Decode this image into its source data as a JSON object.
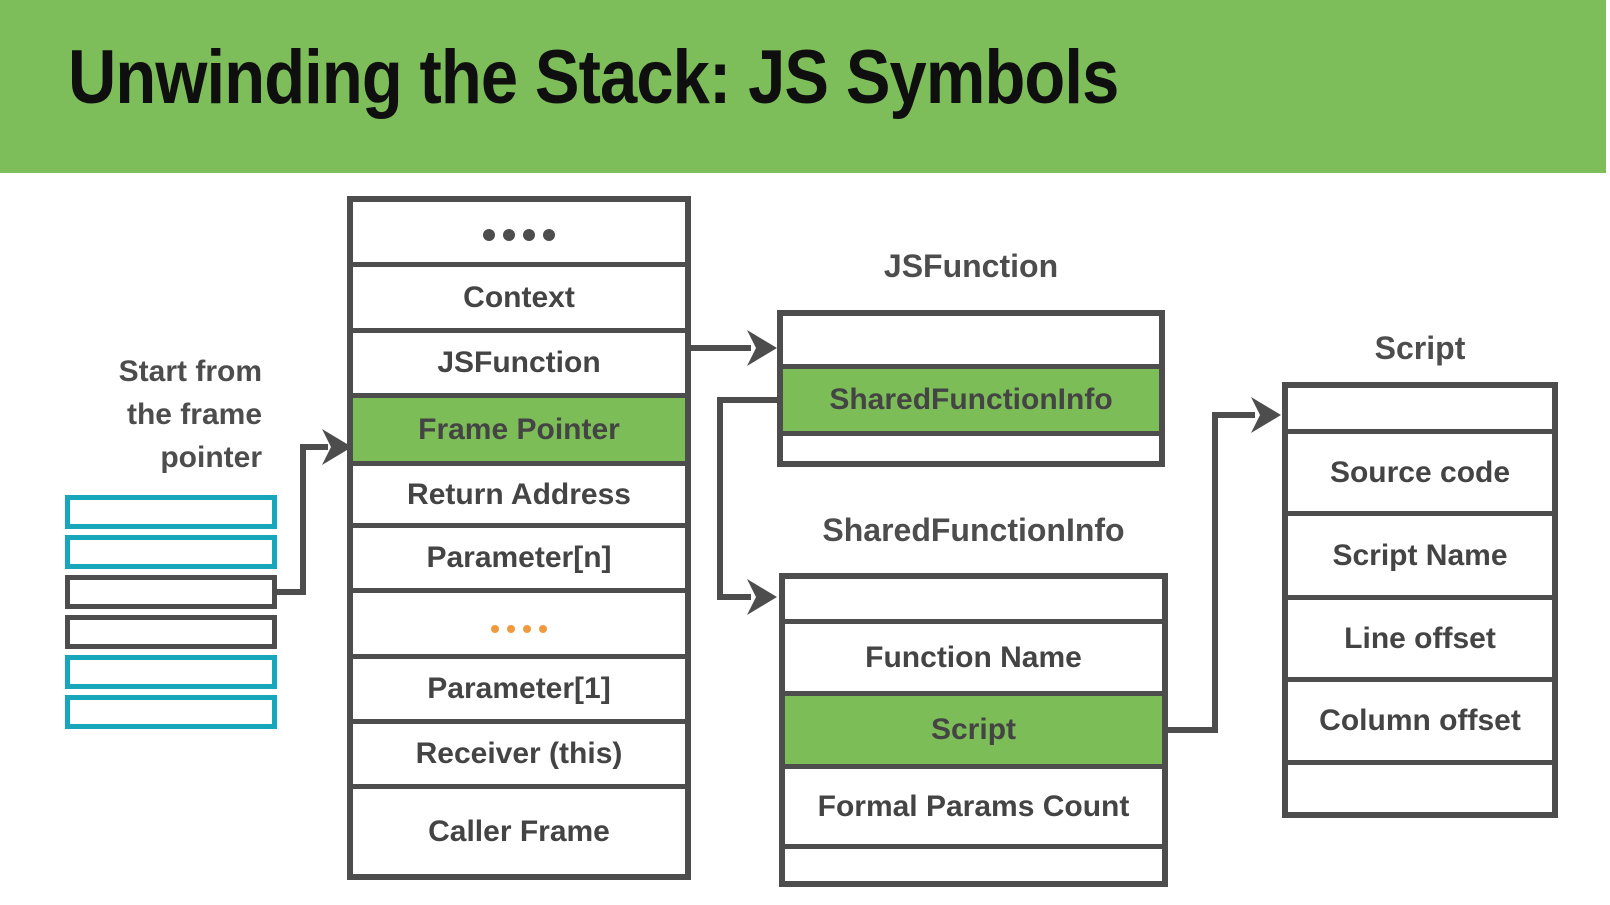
{
  "slide": {
    "title": "Unwinding the Stack: JS Symbols"
  },
  "colors": {
    "header_green": "#7dbd5a",
    "fill_green": "#7cbd58",
    "text_green": "#6fbe4c",
    "orange": "#f0993e",
    "border_dark": "#4d4d4d",
    "cyan": "#18a7ba"
  },
  "left_note": "Start from\nthe frame\npointer",
  "mini_boxes": [
    {
      "style": "cyan"
    },
    {
      "style": "cyan"
    },
    {
      "style": "dark"
    },
    {
      "style": "dark"
    },
    {
      "style": "cyan"
    },
    {
      "style": "cyan"
    }
  ],
  "stack": {
    "rows": [
      {
        "label": "....",
        "style": "dots-dark"
      },
      {
        "label": "Context",
        "style": "green-text"
      },
      {
        "label": "JSFunction",
        "style": "green-text"
      },
      {
        "label": "Frame Pointer",
        "style": "green-fill"
      },
      {
        "label": "Return Address",
        "style": "green-text"
      },
      {
        "label": "Parameter[n]",
        "style": "orange-text"
      },
      {
        "label": "....",
        "style": "dots-orange"
      },
      {
        "label": "Parameter[1]",
        "style": "orange-text"
      },
      {
        "label": "Receiver (this)",
        "style": "orange-text"
      },
      {
        "label": "Caller Frame",
        "style": "dark-text"
      }
    ]
  },
  "jsfunction_box": {
    "label": "JSFunction",
    "rows": [
      {
        "label": "",
        "style": "empty"
      },
      {
        "label": "SharedFunctionInfo",
        "style": "green-fill"
      },
      {
        "label": "",
        "style": "empty"
      }
    ]
  },
  "sfi_box": {
    "label": "SharedFunctionInfo",
    "rows": [
      {
        "label": "",
        "style": "empty"
      },
      {
        "label": "Function Name",
        "style": "green-text"
      },
      {
        "label": "Script",
        "style": "green-fill"
      },
      {
        "label": "Formal Params Count",
        "style": "orange-text"
      },
      {
        "label": "",
        "style": "empty"
      }
    ]
  },
  "script_box": {
    "label": "Script",
    "rows": [
      {
        "label": "",
        "style": "empty"
      },
      {
        "label": "Source code",
        "style": "green-text"
      },
      {
        "label": "Script Name",
        "style": "green-text"
      },
      {
        "label": "Line offset",
        "style": "green-text"
      },
      {
        "label": "Column offset",
        "style": "green-text"
      },
      {
        "label": "",
        "style": "empty"
      }
    ]
  },
  "arrows": [
    {
      "name": "frame-pointer-entry",
      "from": "third memory cell",
      "to": "Frame Pointer row in stack"
    },
    {
      "name": "stack-to-jsfunction",
      "from": "JSFunction row in stack",
      "to": "JSFunction object"
    },
    {
      "name": "jsfunction-to-sfi",
      "from": "SharedFunctionInfo field of JSFunction",
      "to": "SharedFunctionInfo object"
    },
    {
      "name": "sfi-to-script",
      "from": "Script field of SharedFunctionInfo",
      "to": "Script object"
    }
  ]
}
